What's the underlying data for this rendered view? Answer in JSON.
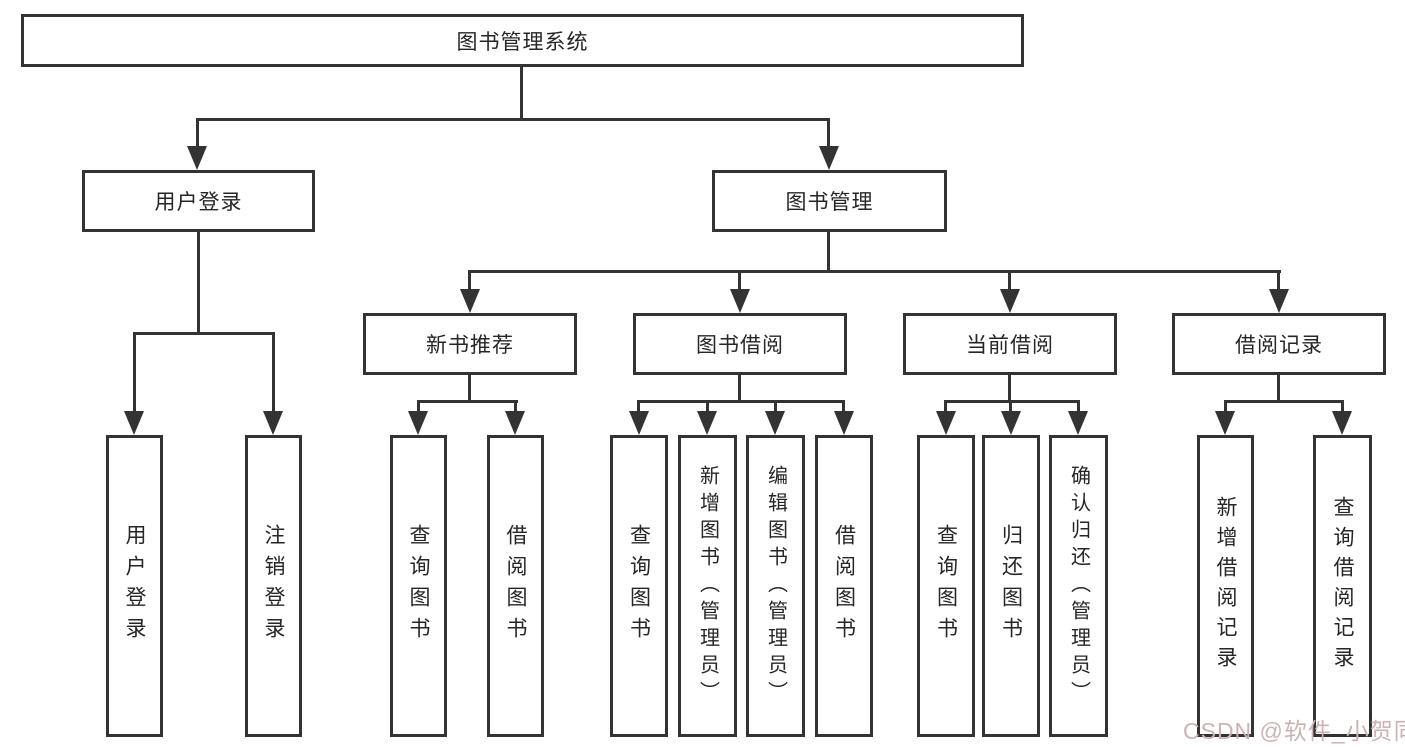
{
  "tree": {
    "root": "图书管理系统",
    "branches": [
      {
        "label": "用户登录",
        "children": [
          "用户登录",
          "注销登录"
        ]
      },
      {
        "label": "图书管理",
        "groups": [
          {
            "label": "新书推荐",
            "children": [
              "查询图书",
              "借阅图书"
            ]
          },
          {
            "label": "图书借阅",
            "children": [
              "查询图书",
              "新增图书（管理员）",
              "编辑图书（管理员）",
              "借阅图书"
            ]
          },
          {
            "label": "当前借阅",
            "children": [
              "查询图书",
              "归还图书",
              "确认归还（管理员）"
            ]
          },
          {
            "label": "借阅记录",
            "children": [
              "新增借阅记录",
              "查询借阅记录"
            ]
          }
        ]
      }
    ]
  },
  "watermark": "CSDN @软件_小贺同学",
  "colors": {
    "line": "#333333",
    "text": "#262626",
    "watermark": "#ccb2b2",
    "background": "#ffffff"
  }
}
